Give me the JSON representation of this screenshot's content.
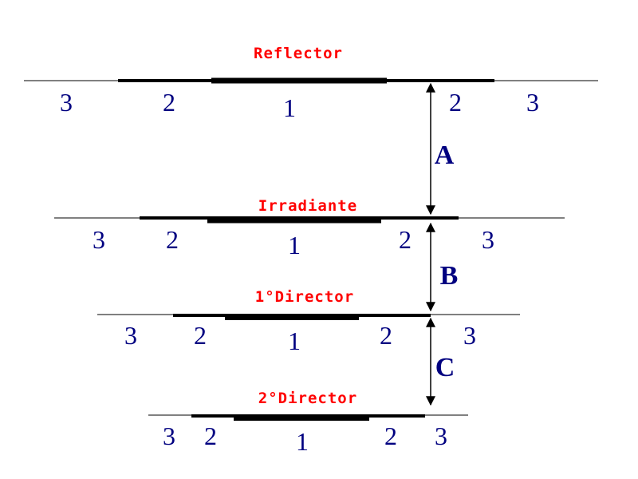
{
  "colors": {
    "title": "#ff0000",
    "numbers": "#000080",
    "lines": "#000000",
    "background": "#ffffff"
  },
  "elements": [
    {
      "title": "Reflector",
      "numbers": {
        "outer_left": "3",
        "mid_left": "2",
        "center": "1",
        "mid_right": "2",
        "outer_right": "3"
      }
    },
    {
      "title": "Irradiante",
      "numbers": {
        "outer_left": "3",
        "mid_left": "2",
        "center": "1",
        "mid_right": "2",
        "outer_right": "3"
      }
    },
    {
      "title": "1°Director",
      "numbers": {
        "outer_left": "3",
        "mid_left": "2",
        "center": "1",
        "mid_right": "2",
        "outer_right": "3"
      }
    },
    {
      "title": "2°Director",
      "numbers": {
        "outer_left": "3",
        "mid_left": "2",
        "center": "1",
        "mid_right": "2",
        "outer_right": "3"
      }
    }
  ],
  "distances": [
    "A",
    "B",
    "C"
  ]
}
